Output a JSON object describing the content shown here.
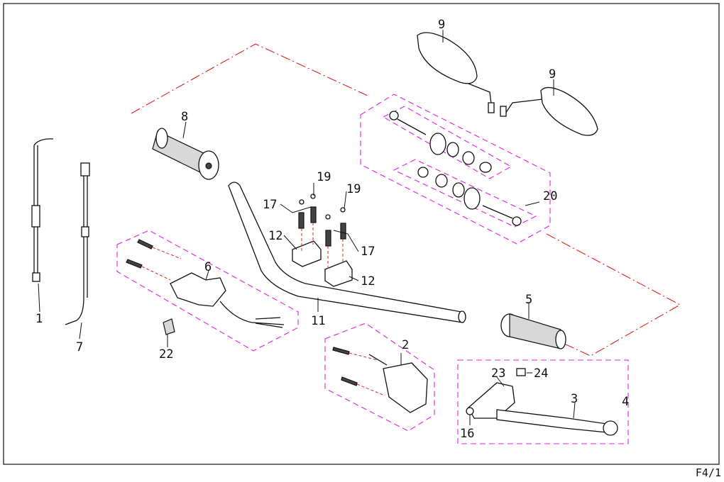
{
  "sheet_code": "F4/1",
  "part_numbers": {
    "p1": "1",
    "p2": "2",
    "p3": "3",
    "p4": "4",
    "p5": "5",
    "p6": "6",
    "p7": "7",
    "p8": "8",
    "p9a": "9",
    "p9b": "9",
    "p11": "11",
    "p12a": "12",
    "p12b": "12",
    "p16": "16",
    "p17a": "17",
    "p17b": "17",
    "p19a": "19",
    "p19b": "19",
    "p20": "20",
    "p22": "22",
    "p23": "23",
    "p24": "24"
  },
  "colors": {
    "group_outline": "#e020e0",
    "assembly_line": "#e02020",
    "ink": "#111111"
  }
}
